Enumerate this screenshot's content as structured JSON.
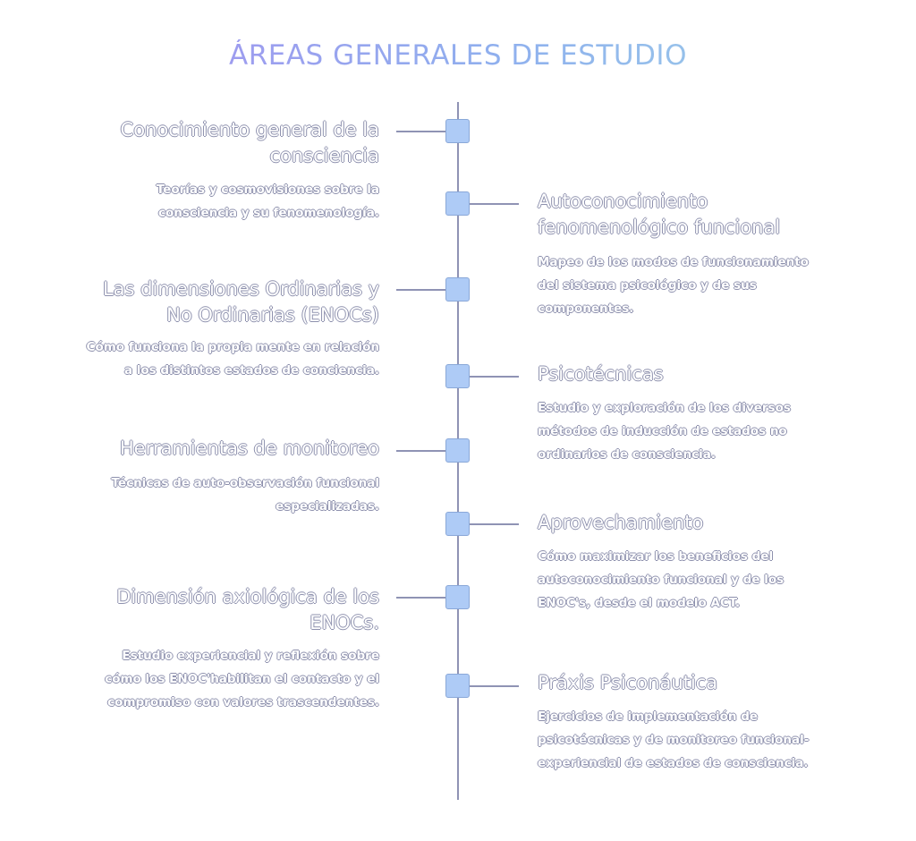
{
  "title": "ÁREAS GENERALES DE ESTUDIO",
  "items": [
    {
      "side": "left",
      "heading": "Conocimiento general de la consciencia",
      "description": "Teorías y cosmovisiones sobre la consciencia y su fenomenología."
    },
    {
      "side": "right",
      "heading": "Autoconocimiento fenomenológico funcional",
      "description": "Mapeo de los modos de funcionamiento del sistema psicológico y de sus componentes."
    },
    {
      "side": "left",
      "heading": "Las dimensiones Ordinarias y No Ordinarias (ENOCs)",
      "description": "Cómo funciona la propia mente en relación a los distintos estados de conciencia."
    },
    {
      "side": "right",
      "heading": "Psicotécnicas",
      "description": "Estudio y exploración de los diversos métodos de inducción de estados no ordinarios de consciencia."
    },
    {
      "side": "left",
      "heading": "Herramientas de monitoreo",
      "description": "Técnicas de auto-observación funcional especializadas."
    },
    {
      "side": "right",
      "heading": "Aprovechamiento",
      "description": "Cómo maximizar los beneficios del autoconocimiento funcional y de los ENOC's, desde el modelo ACT."
    },
    {
      "side": "left",
      "heading": "Dimensión axiológica de los ENOCs.",
      "description": "Estudio experiencial y reflexión sobre cómo los ENOC'habilitan el contacto y el compromiso con valores trascendentes."
    },
    {
      "side": "right",
      "heading": "Práxis Psiconáutica",
      "description": "Ejercicios de implementación de psicotécnicas y de monitoreo funcional-experiencial de estados de consciencia."
    }
  ],
  "colors": {
    "node_fill": "#aecbf6",
    "line": "#8f93b4",
    "text_outline": "#8d90ad"
  }
}
